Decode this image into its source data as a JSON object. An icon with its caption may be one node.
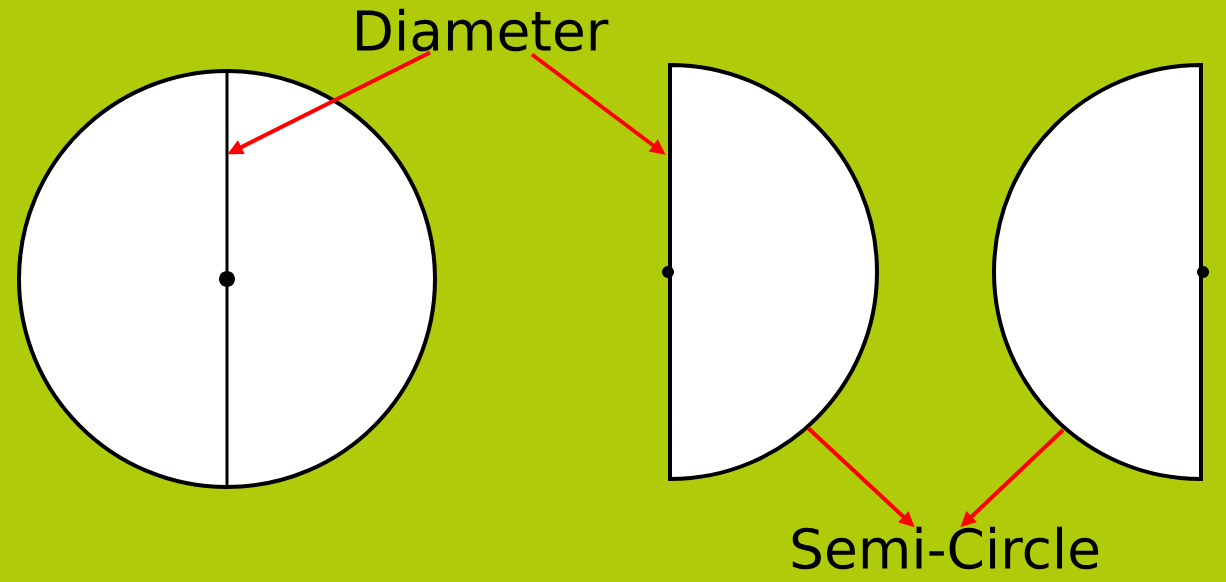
{
  "diagram": {
    "nodes": [
      {
        "text": [
          "Diameter"
        ]
      },
      {
        "text": [],
        "shape": "circle"
      },
      {
        "text": [],
        "shape": "line",
        "in": 1
      },
      {
        "text": [],
        "shape": "semicircle"
      },
      {
        "text": [],
        "shape": "semicircle"
      },
      {
        "text": [
          "Semi-Circle"
        ]
      }
    ],
    "edges": [
      {
        "from": 0,
        "to": 2,
        "arrow": "to"
      },
      {
        "from": 0,
        "to": 3,
        "arrow": "to"
      },
      {
        "from": 3,
        "to": 5,
        "arrow": "to"
      },
      {
        "from": 4,
        "to": 5,
        "arrow": "to"
      }
    ]
  }
}
